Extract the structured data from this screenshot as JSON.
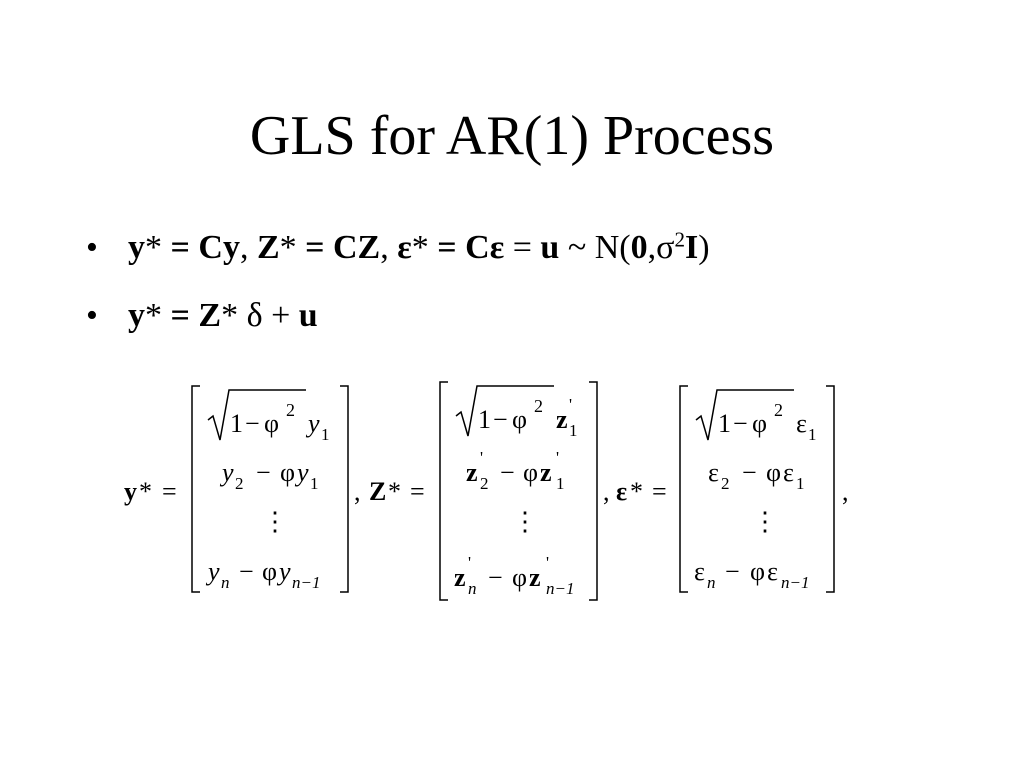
{
  "title": "GLS for AR(1) Process",
  "bullets": {
    "marker": "•",
    "b1": {
      "y": "y",
      "star": "*",
      "eq": "=",
      "C": "C",
      "y2": "y",
      "comma1": ",",
      "Z": "Z",
      "CZ": "CZ",
      "comma2": ",",
      "eps": "ε",
      "Ceps": "Cε",
      "eq2": "=",
      "u": "u",
      "tilde": "~",
      "N": "N(",
      "zero": "0",
      "comma3": ",",
      "sigma": "σ",
      "two": "2",
      "I": "I",
      "close": ")"
    },
    "b2": {
      "y": "y",
      "star": "*",
      "eq": "=",
      "Z": "Z",
      "star2": "*",
      "delta": "δ",
      "plus": "+",
      "u": "u"
    }
  },
  "equations": {
    "y_star": {
      "lhs_var": "y",
      "lhs_star": "*",
      "eq": "=",
      "sep": ","
    },
    "Z_star": {
      "lhs_var": "Z",
      "lhs_star": "*",
      "eq": "=",
      "sep": ","
    },
    "eps_star": {
      "lhs_var": "ε",
      "lhs_star": "*",
      "eq": "=",
      "sep": ","
    },
    "tokens": {
      "one": "1",
      "minus": "−",
      "phi": "φ",
      "two": "2",
      "dots": "⋮",
      "y": "y",
      "z": "z",
      "eps": "ε",
      "prime": "'",
      "i1": "1",
      "i2": "2",
      "n": "n",
      "nm1": "n−1"
    }
  }
}
